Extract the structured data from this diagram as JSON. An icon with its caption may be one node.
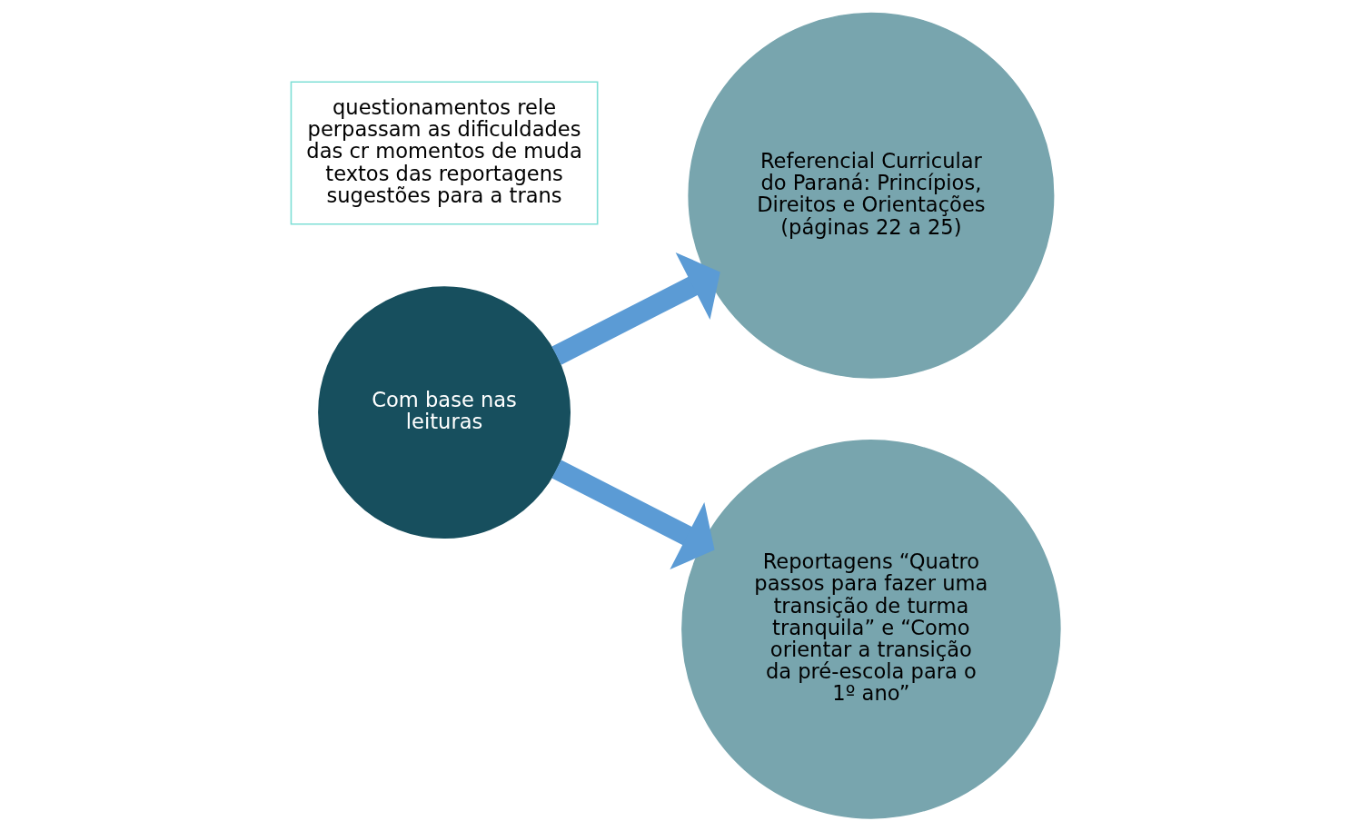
{
  "diagram": {
    "nodes": [
      {
        "text": [
          "Referencial Curricular do Paraná: Princípios, Direitos e Orientações (páginas 22 a 25)"
        ]
      },
      {
        "text": [
          "Com base nas leituras"
        ]
      },
      {
        "text": [
          "Reportagens “Quatro passos para fazer uma transição de turma tranquila” e “Como orientar a transição da pré-escola para o 1º ano”"
        ]
      },
      {
        "text": [
          "questionamentos rele perpassam as dificuldades das cr momentos de muda textos das reportagens sugestões para a trans"
        ]
      }
    ],
    "edges": [
      {
        "from": 1,
        "to": 0,
        "arrow": "to"
      },
      {
        "from": 1,
        "to": 2,
        "arrow": "to"
      }
    ]
  }
}
